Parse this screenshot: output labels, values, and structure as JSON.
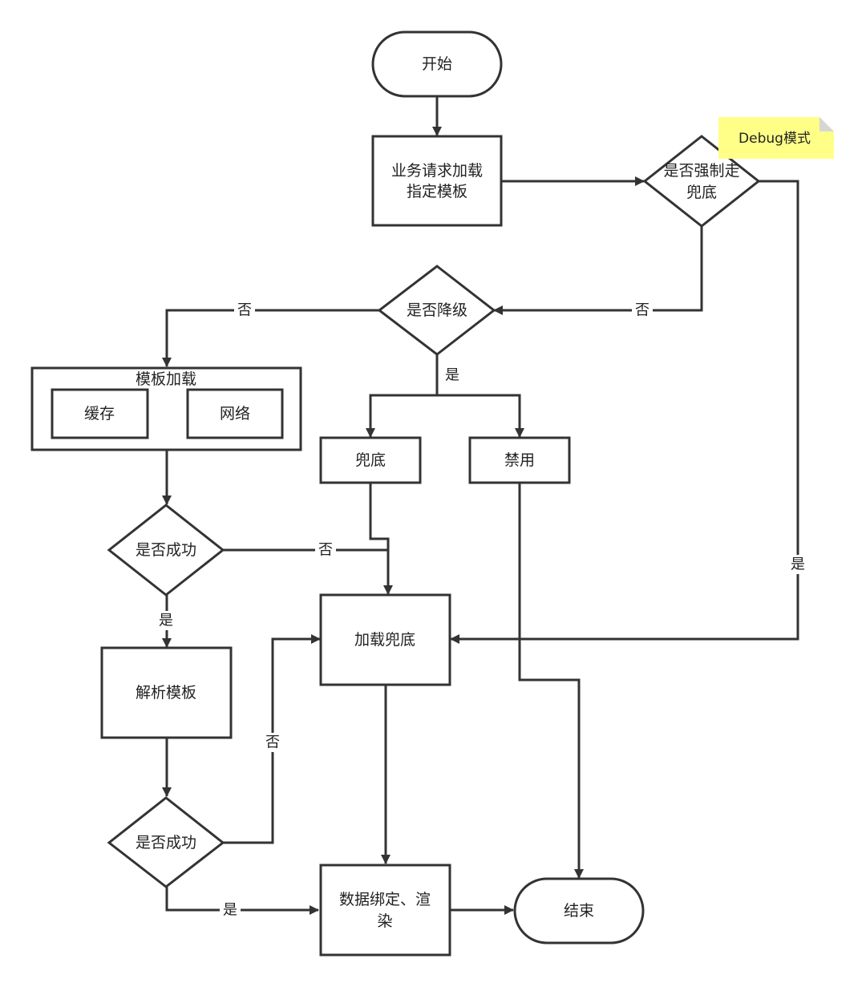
{
  "nodes": {
    "start": "开始",
    "request_line1": "业务请求加载",
    "request_line2": "指定模板",
    "force_line1": "是否强制走",
    "force_line2": "兜底",
    "downgrade": "是否降级",
    "template_load": "模板加载",
    "cache": "缓存",
    "network": "网络",
    "fallback": "兜底",
    "disable": "禁用",
    "success1": "是否成功",
    "load_fallback": "加载兜底",
    "parse": "解析模板",
    "success2": "是否成功",
    "bind_line1": "数据绑定、渲",
    "bind_line2": "染",
    "end": "结束"
  },
  "note": {
    "text": "Debug模式",
    "color": "#ffff88"
  },
  "labels": {
    "force_no": "否",
    "force_yes": "是",
    "downgrade_no": "否",
    "downgrade_yes": "是",
    "success1_no": "否",
    "success1_yes": "是",
    "success2_no": "否",
    "success2_yes": "是"
  },
  "colors": {
    "stroke": "#333333",
    "fill": "#ffffff"
  }
}
